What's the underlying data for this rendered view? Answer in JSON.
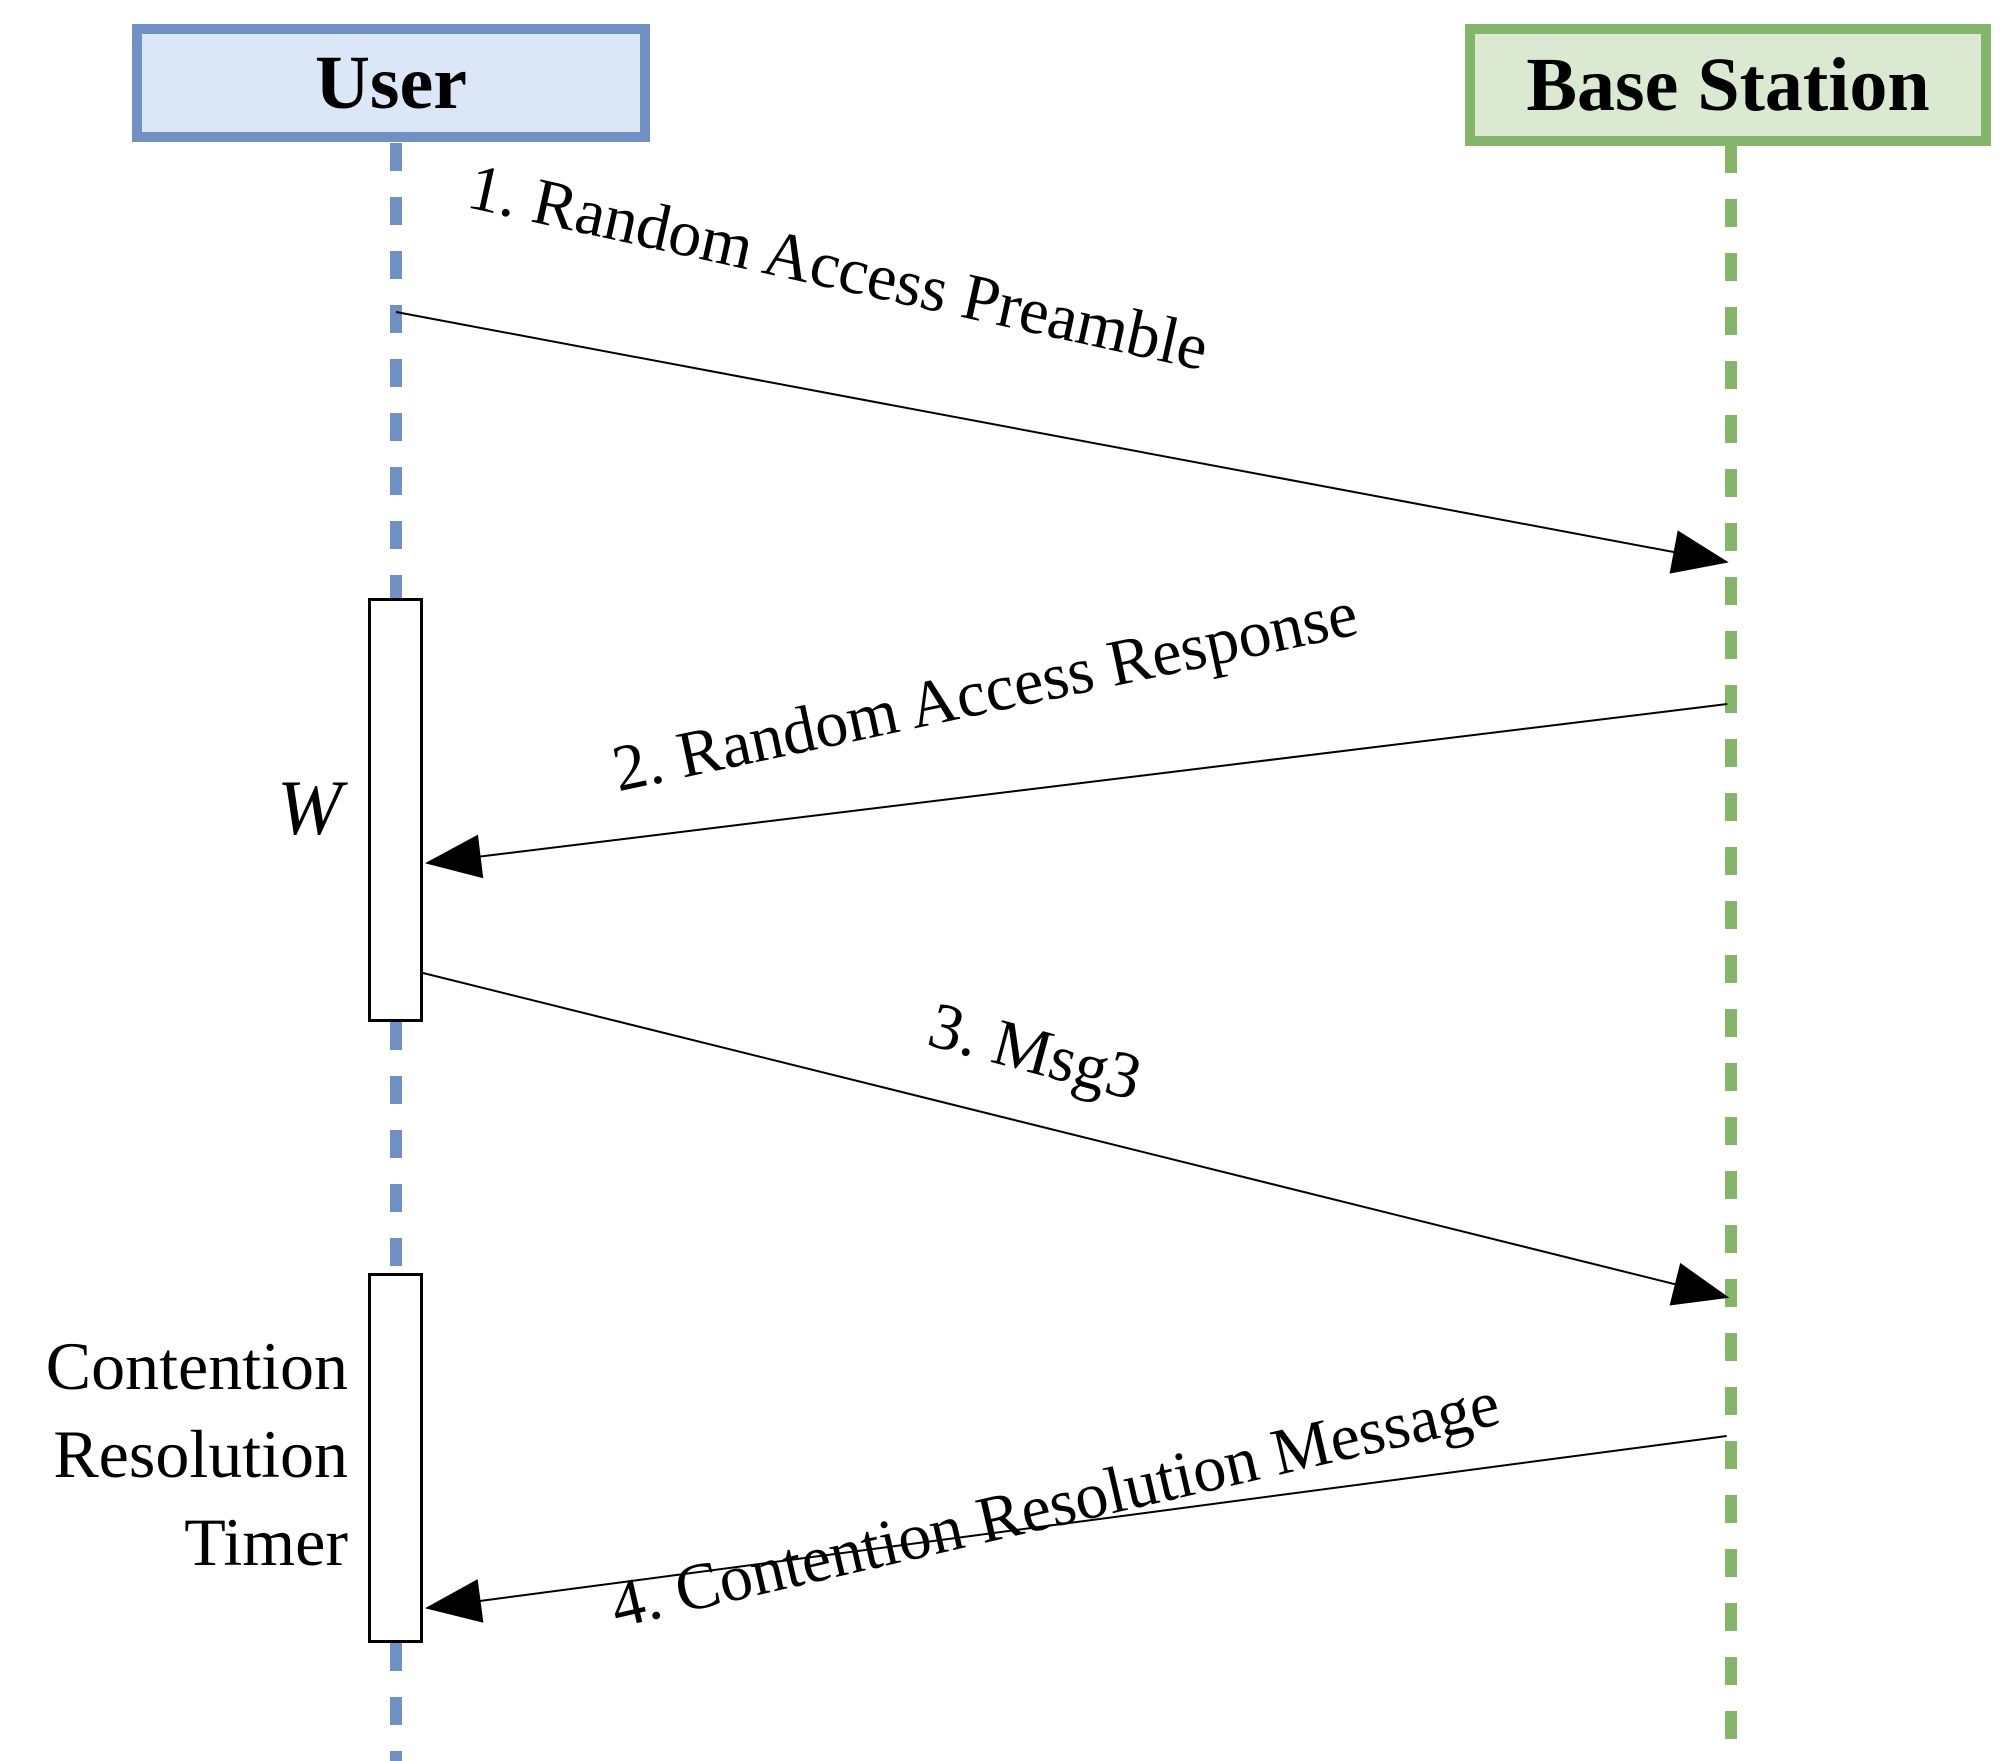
{
  "diagram": {
    "title": "Random access procedure sequence diagram",
    "actors": [
      {
        "id": "user",
        "label": "User",
        "fill": "#DBE6F7",
        "stroke": "#7191C4"
      },
      {
        "id": "base-station",
        "label": "Base Station",
        "fill": "#DBE9D2",
        "stroke": "#85B56A"
      }
    ],
    "lifelines": [
      {
        "actor": "user",
        "style": "dashed",
        "color": "#7191C4"
      },
      {
        "actor": "base-station",
        "style": "dashed",
        "color": "#85B56A"
      }
    ],
    "activations": [
      {
        "id": "wait-window",
        "lifeline": "user",
        "label": "W"
      },
      {
        "id": "contention-timer",
        "lifeline": "user",
        "label": "Contention Resolution Timer"
      }
    ],
    "messages": [
      {
        "seq": 1,
        "from": "user",
        "to": "base-station",
        "label": "1. Random Access Preamble"
      },
      {
        "seq": 2,
        "from": "base-station",
        "to": "user",
        "label": "2. Random Access Response"
      },
      {
        "seq": 3,
        "from": "user",
        "to": "base-station",
        "label": "3. Msg3"
      },
      {
        "seq": 4,
        "from": "base-station",
        "to": "user",
        "label": "4. Contention Resolution Message"
      }
    ]
  }
}
